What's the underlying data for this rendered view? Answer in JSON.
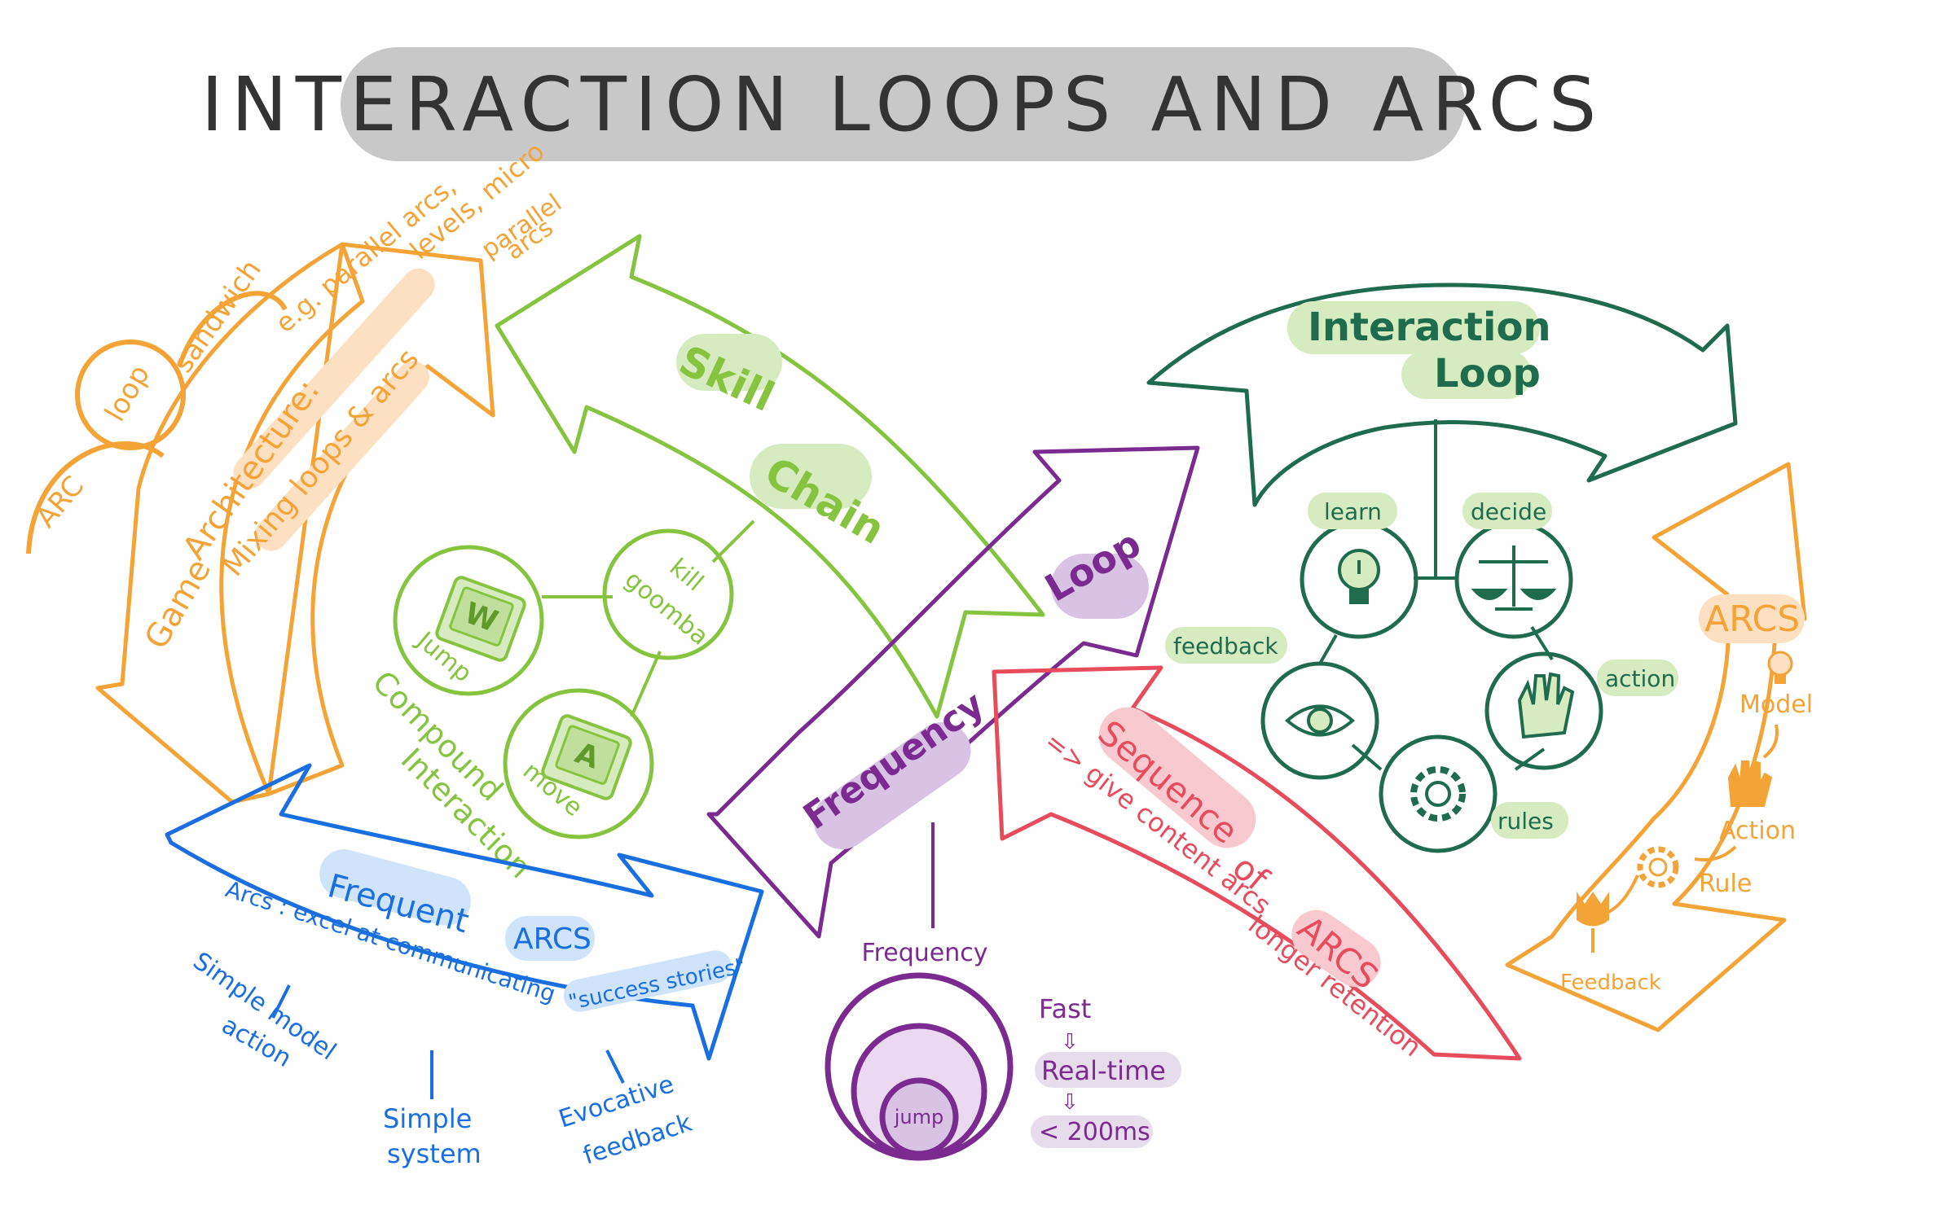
{
  "title": "INTERACTION LOOPS AND ARCS",
  "colors": {
    "orange": "#f4a337",
    "green": "#86c440",
    "purple": "#7b2a8f",
    "dark_green": "#1f6b4d",
    "red": "#e74c5c",
    "blue": "#1a6fe0",
    "highlight_orange": "#fde0c2",
    "highlight_green": "#d6ecc0",
    "highlight_purple": "#d9c3e4",
    "highlight_red": "#f9c9d0",
    "highlight_blue": "#cfe3fb",
    "title_bg": "#c8c8c8"
  },
  "orange_arc": {
    "arc": "ARC",
    "loop": "loop",
    "sandwich": "sandwich",
    "example_1": "e.g. parallel arcs,",
    "example_2": "levels, micro",
    "example_3": "parallel",
    "example_4": "arcs",
    "label_1": "Game",
    "label_2": "Architecture:",
    "label_3": "Mixing loops & arcs"
  },
  "skill_chain": {
    "label_1": "Skill",
    "label_2": "Chain",
    "compound_1": "Compound",
    "compound_2": "Interaction",
    "kill_1": "kill",
    "kill_2": "goomba",
    "jump": "Jump",
    "jump_key": "W",
    "move": "move",
    "move_key": "A"
  },
  "purple": {
    "loop": "Loop",
    "frequency": "Frequency",
    "frequency_small": "Frequency",
    "jump": "jump",
    "fast": "Fast",
    "realtime": "Real-time",
    "ms": "< 200ms"
  },
  "interaction_loop": {
    "label_1": "Interaction",
    "label_2": "Loop",
    "learn": "learn",
    "decide": "decide",
    "action": "action",
    "rules": "rules",
    "feedback": "feedback"
  },
  "arcs": {
    "label": "ARCS",
    "model": "Model",
    "action": "Action",
    "rule": "Rule",
    "feedback": "Feedback"
  },
  "sequence": {
    "label_1": "Sequence",
    "label_2": "of",
    "label_3": "ARCS",
    "note_1": "=> give content arcs",
    "note_2": "longer retention"
  },
  "frequent": {
    "label_1": "Frequent",
    "label_2": "ARCS",
    "arcs_note": "Arcs : excel at communicating",
    "success": "\"success stories\"",
    "simple_model_1": "Simple model",
    "simple_model_2": "action",
    "simple_system_1": "Simple",
    "simple_system_2": "system",
    "evocative_1": "Evocative",
    "evocative_2": "feedback"
  }
}
